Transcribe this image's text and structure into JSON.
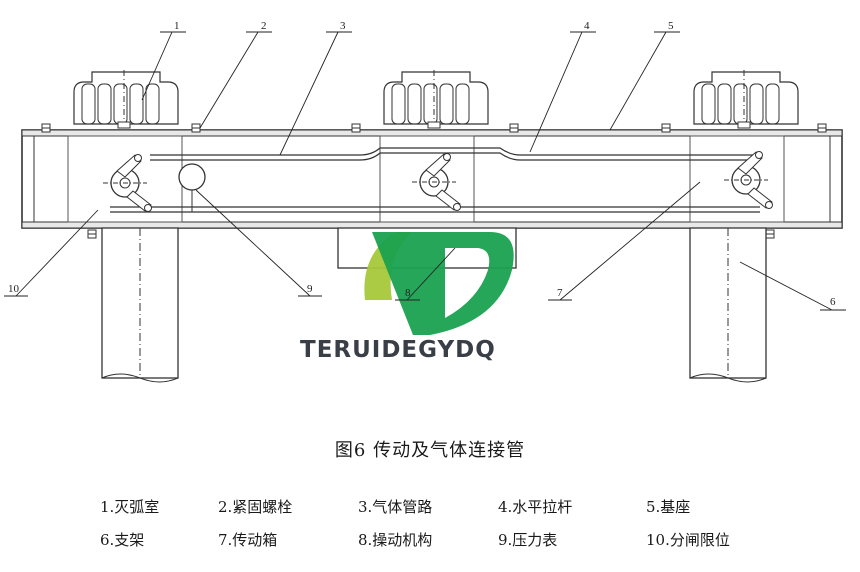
{
  "figure": {
    "caption": "图6  传动及气体连接管",
    "callout_numbers": [
      "1",
      "2",
      "3",
      "4",
      "5",
      "6",
      "7",
      "8",
      "9",
      "10"
    ]
  },
  "legend": {
    "row1": [
      "1.灭弧室",
      "2.紧固螺栓",
      "3.气体管路",
      "4.水平拉杆",
      "5.基座"
    ],
    "row2": [
      "6.支架",
      "7.传动箱",
      "8.操动机构",
      "9.压力表",
      "10.分闸限位"
    ]
  },
  "watermark": {
    "text": "TERUIDEGYDQ",
    "colors": {
      "green": "#1aa150",
      "lime": "#a6c83a",
      "text": "#3a3f47"
    }
  }
}
